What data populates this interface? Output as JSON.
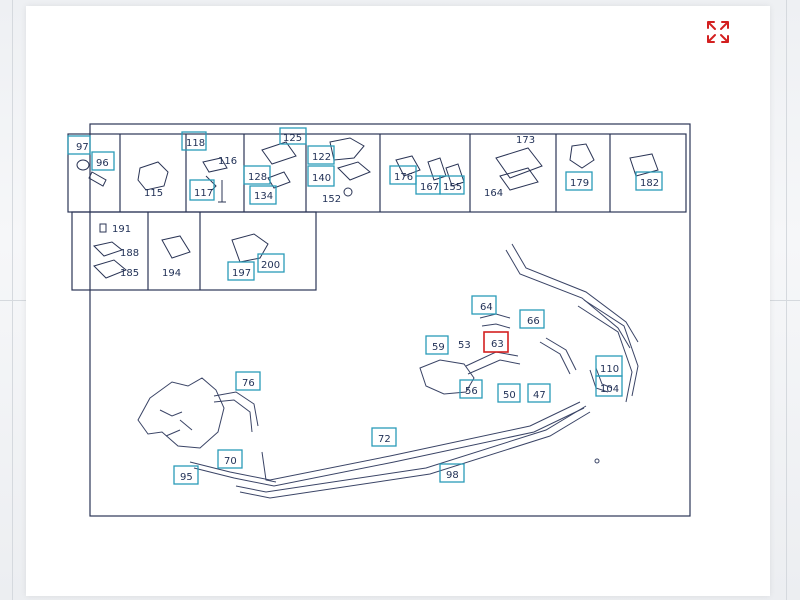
{
  "colors": {
    "callout_box": "#2a9bb8",
    "selected_box": "#d32020",
    "line_art": "#2b3556",
    "expand_icon": "#d32020"
  },
  "expand_button": {
    "icon": "expand-arrows-icon"
  },
  "selected_part": "63",
  "top_row_labels": [
    "97",
    "96",
    "115",
    "118",
    "116",
    "117",
    "128",
    "125",
    "134",
    "122",
    "140",
    "152",
    "176",
    "167",
    "155",
    "173",
    "164",
    "179",
    "182"
  ],
  "second_row_labels": [
    "191",
    "188",
    "185",
    "194",
    "197",
    "200"
  ],
  "main_labels": [
    "64",
    "66",
    "59",
    "53",
    "63",
    "56",
    "50",
    "47",
    "110",
    "104",
    "76",
    "72",
    "70",
    "95",
    "98"
  ]
}
